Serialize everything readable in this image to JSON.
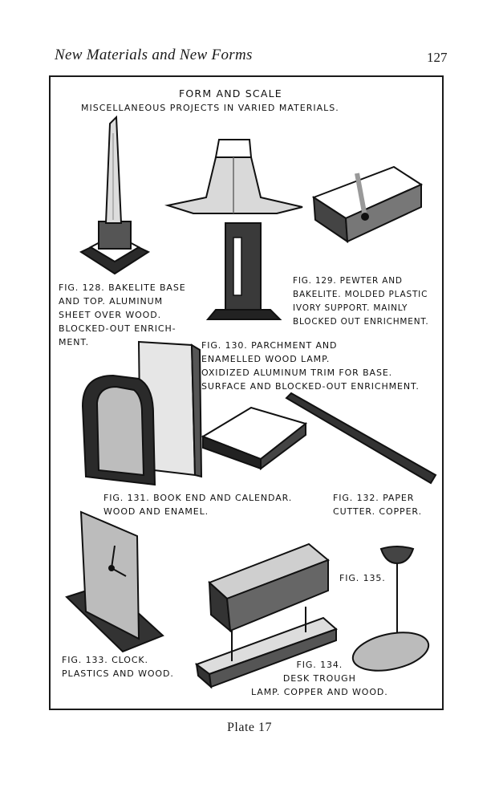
{
  "page": {
    "running_head": "New Materials and New Forms",
    "page_number": "127",
    "plate_caption": "Plate 17"
  },
  "plate": {
    "title": "Form and Scale",
    "subtitle": "Miscellaneous projects in varied materials.",
    "captions": {
      "fig128": "Fig. 128. Bakelite base\nand top. Aluminum\nsheet over wood.\nBlocked-out enrich-\nment.",
      "fig129": "Fig. 129. Pewter and\nBakelite. Molded plastic\nivory support. Mainly\nblocked out enrichment.",
      "fig130": "Fig. 130. Parchment and\nenamelled wood lamp.\nOxidized aluminum trim for base.\nSurface and blocked-out enrichment.",
      "fig131": "Fig. 131. Book end and calendar.\nWood and enamel.",
      "fig132": "Fig. 132. Paper\ncutter. Copper.",
      "fig133": "Fig. 133. Clock.\nPlastics and wood.",
      "fig134": "Fig. 134.\nDesk trough\nlamp. Copper and wood.",
      "fig135": "Fig. 135."
    }
  }
}
